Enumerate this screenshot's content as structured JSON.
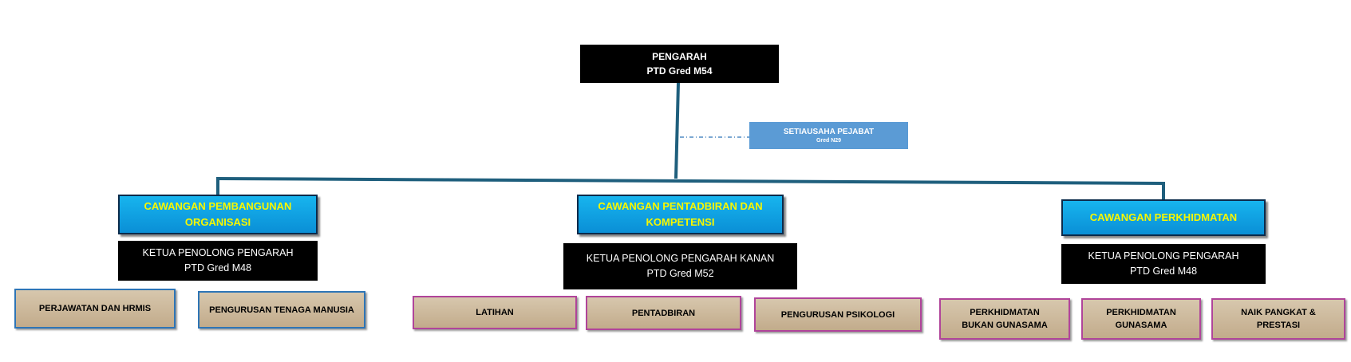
{
  "director": {
    "title": "PENGARAH",
    "grade": "PTD Gred M54"
  },
  "secretary": {
    "title": "SETIAUSAHA PEJABAT",
    "grade": "Gred N29"
  },
  "branches": [
    {
      "name": "CAWANGAN PEMBANGUNAN ORGANISASI",
      "head_title": "KETUA PENOLONG PENGARAH",
      "head_grade": "PTD Gred M48",
      "units": [
        "PERJAWATAN DAN HRMIS",
        "PENGURUSAN TENAGA MANUSIA"
      ]
    },
    {
      "name": "CAWANGAN PENTADBIRAN DAN KOMPETENSI",
      "head_title": "KETUA PENOLONG PENGARAH KANAN",
      "head_grade": "PTD Gred M52",
      "units": [
        "LATIHAN",
        "PENTADBIRAN",
        "PENGURUSAN PSIKOLOGI"
      ]
    },
    {
      "name": "CAWANGAN PERKHIDMATAN",
      "head_title": "KETUA PENOLONG PENGARAH",
      "head_grade": "PTD Gred M48",
      "units": [
        "PERKHIDMATAN BUKAN GUNASAMA",
        "PERKHIDMATAN GUNASAMA",
        "NAIK PANGKAT & PRESTASI"
      ]
    }
  ],
  "colors": {
    "line": "#1f5f7d",
    "branch_text": "#f7f700",
    "branch_fill": "#0fa3e3",
    "unit_fill": "#c9b596",
    "secretary_fill": "#5b9bd5"
  }
}
